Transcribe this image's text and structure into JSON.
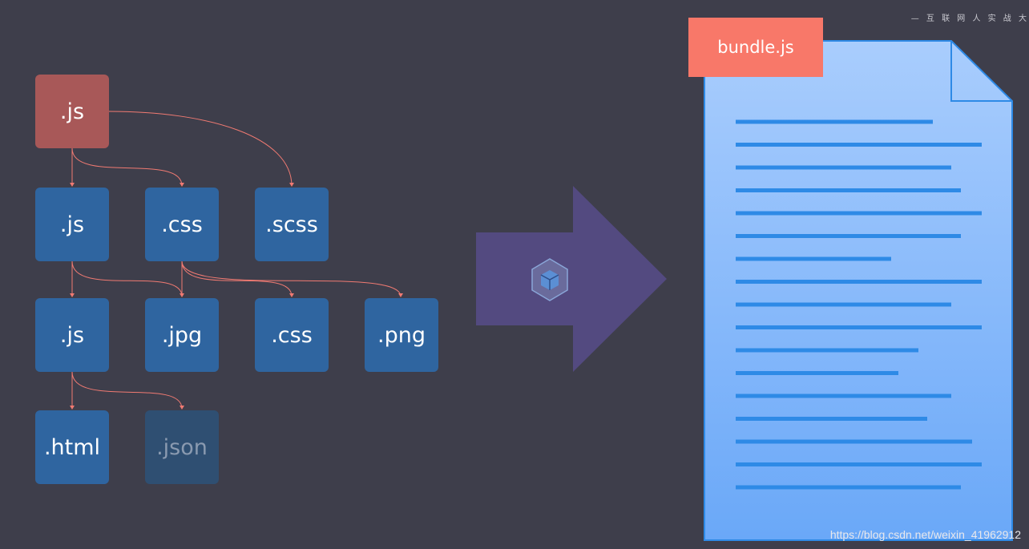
{
  "nodes": {
    "root_js": ".js",
    "l1_js": ".js",
    "l1_css": ".css",
    "l1_scss": ".scss",
    "l2_js": ".js",
    "l2_jpg": ".jpg",
    "l2_css": ".css",
    "l2_png": ".png",
    "l3_html": ".html",
    "l3_json": ".json"
  },
  "bundle_label": "bundle.js",
  "watermark": "https://blog.csdn.net/weixin_41962912",
  "corner_text": "— 互 联 网 人 实 战 大",
  "colors": {
    "background": "#3e3e4b",
    "node": "#2f65a0",
    "root_node": "#a85858",
    "edge": "#f07a72",
    "arrow": "#534a80",
    "bundle_tag": "#f87869",
    "document": "#8ab8f8",
    "document_lines": "#2e8ae6"
  },
  "icons": [
    "webpack-cube-icon"
  ]
}
